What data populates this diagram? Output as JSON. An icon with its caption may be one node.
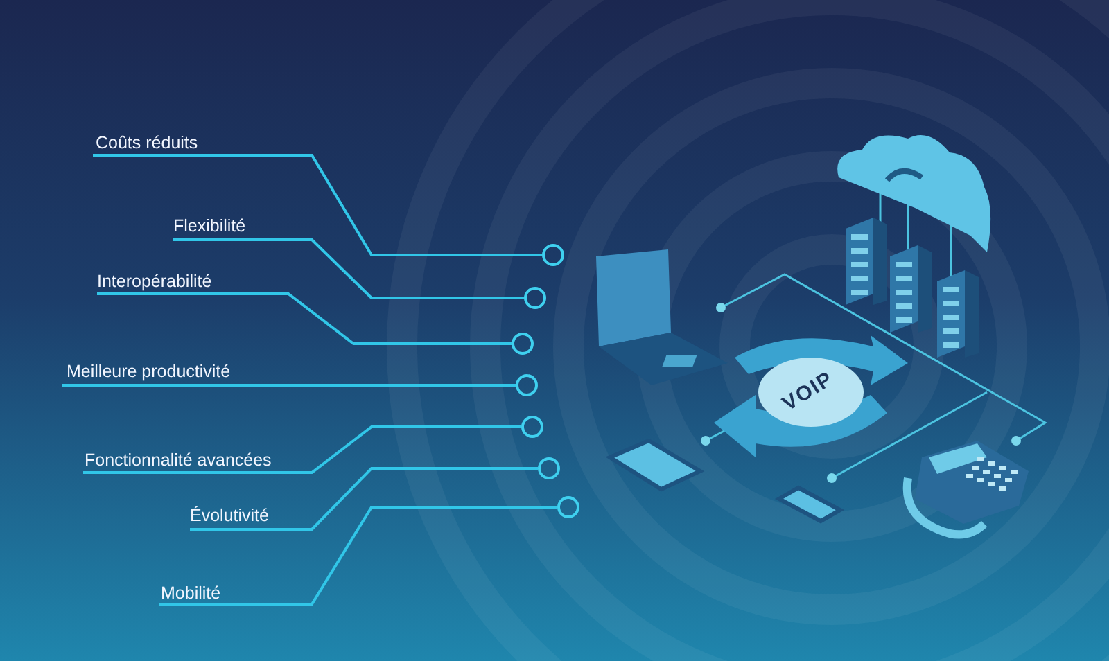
{
  "diagram": {
    "nodes": [
      {
        "text": [
          "Coûts réduits"
        ]
      },
      {
        "text": [
          "Flexibilité"
        ]
      },
      {
        "text": [
          "Interopérabilité"
        ]
      },
      {
        "text": [
          "Meilleure productivité"
        ]
      },
      {
        "text": [
          "Fonctionnalité avancées"
        ]
      },
      {
        "text": [
          "Évolutivité"
        ]
      },
      {
        "text": [
          "Mobilité"
        ]
      },
      {
        "text": [],
        "shape": "circle"
      },
      {
        "text": [],
        "shape": "circle"
      },
      {
        "text": [],
        "shape": "circle"
      },
      {
        "text": [],
        "shape": "circle"
      },
      {
        "text": [],
        "shape": "circle"
      },
      {
        "text": [],
        "shape": "circle"
      },
      {
        "text": [],
        "shape": "circle"
      }
    ],
    "edges": [
      {
        "from": 0,
        "to": 7,
        "arrow": "none"
      },
      {
        "from": 1,
        "to": 8,
        "arrow": "none"
      },
      {
        "from": 2,
        "to": 9,
        "arrow": "none"
      },
      {
        "from": 3,
        "to": 10,
        "arrow": "none"
      },
      {
        "from": 4,
        "to": 11,
        "arrow": "none"
      },
      {
        "from": 5,
        "to": 12,
        "arrow": "none"
      },
      {
        "from": 6,
        "to": 13,
        "arrow": "none"
      }
    ],
    "labels": [
      "VOIP"
    ]
  }
}
